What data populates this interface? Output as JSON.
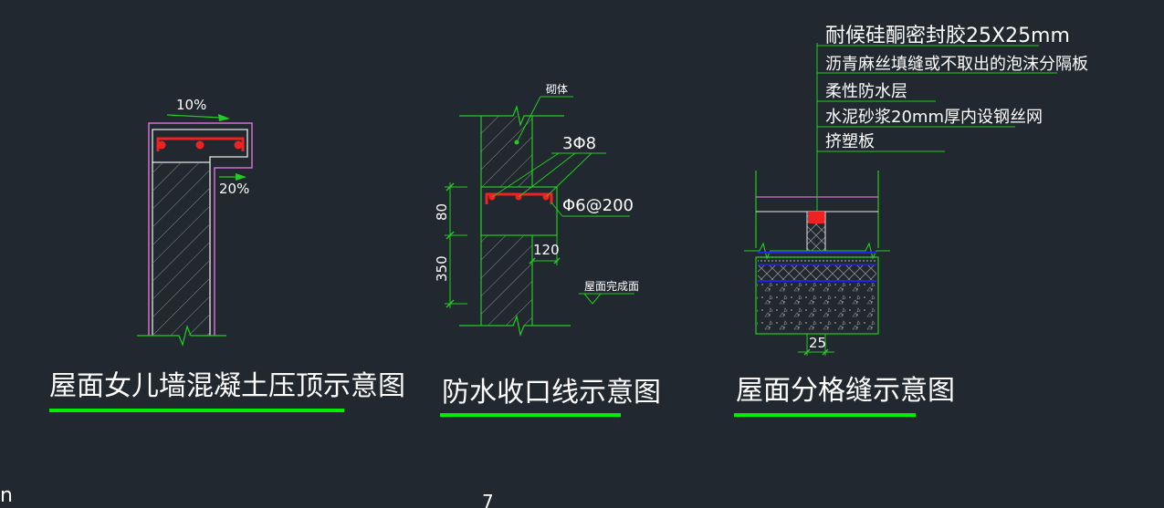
{
  "colors": {
    "background": "#212830",
    "line_green": "#22cc22",
    "bright_green": "#00ee00",
    "outline_white": "#e8e8e8",
    "magenta": "#d070d0",
    "rebar_red": "#ee2222",
    "blue": "#2222ee"
  },
  "drawings": {
    "parapet": {
      "slope_top": "10%",
      "slope_bottom": "20%",
      "title": "屋面女儿墙混凝土压顶示意图"
    },
    "waterproof_edge": {
      "masonry_label": "砌体",
      "top_rebar": "3Φ8",
      "stirrup": "Φ6@200",
      "dim_beam": "80",
      "dim_lower": "350",
      "dim_offset": "120",
      "finish_label": "屋面完成面",
      "title": "防水收口线示意图"
    },
    "roof_joint": {
      "layers": [
        "耐候硅酮密封胶25X25mm",
        "沥青麻丝填缝或不取出的泡沫分隔板",
        "柔性防水层",
        "水泥砂浆20mm厚内设钢丝网",
        "挤塑板"
      ],
      "dim_joint": "25",
      "title": "屋面分格缝示意图"
    }
  },
  "edge_marks": {
    "left": "n",
    "bottom": "7"
  }
}
